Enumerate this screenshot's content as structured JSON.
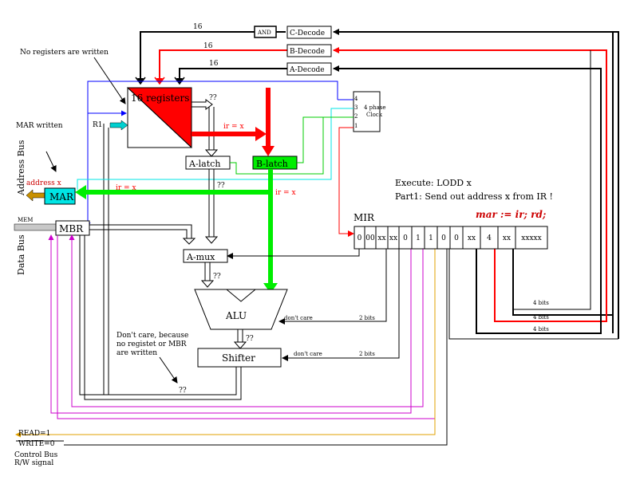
{
  "labels": {
    "no_registers_written": "No registers are written",
    "bits16_c": "16",
    "bits16_b": "16",
    "bits16_a": "16",
    "and_gate": "AND",
    "c_decode": "C-Decode",
    "b_decode": "B-Decode",
    "a_decode": "A-Decode",
    "registers": "16 registers",
    "q1": "??",
    "r1": "R1",
    "ir_eq_x_1": "ir = x",
    "ir_eq_x_2": "ir = x",
    "ir_eq_x_3": "ir = x",
    "a_latch": "A-latch",
    "b_latch": "B-latch",
    "q2": "??",
    "mar_written": "MAR written",
    "address_bus": "Address Bus",
    "address_x": "address x",
    "mar": "MAR",
    "mem": "MEM",
    "mbr": "MBR",
    "data_bus": "Data Bus",
    "clock_title_1": "4 phase",
    "clock_title_2": "Clock",
    "clock_4": "4",
    "clock_3": "3",
    "clock_2": "2",
    "clock_1": "1",
    "execute_1": "Execute: LODD x",
    "execute_2": "Part1: Send out address x from IR !",
    "mir": "MIR",
    "mar_ir_rd": "mar := ir; rd;",
    "a_mux": "A-mux",
    "q3": "??",
    "alu": "ALU",
    "q4": "??",
    "shifter": "Shifter",
    "dont_care_1": "don't care",
    "dont_care_2": "don't care",
    "bits2_1": "2 bits",
    "bits2_2": "2 bits",
    "bits4_1": "4 bits",
    "bits4_2": "4 bits",
    "bits4_3": "4 bits",
    "dont_care_note_1": "Don't care, because",
    "dont_care_note_2": "no registet or MBR",
    "dont_care_note_3": "are written",
    "q5": "??",
    "read": "READ=1",
    "write": "WRITE=0",
    "control_bus": "Control Bus",
    "rw_signal": "R/W signal"
  },
  "mir_fields": [
    "0",
    "00",
    "xx",
    "xx",
    "0",
    "1",
    "1",
    "0",
    "0",
    "xx",
    "4",
    "xx",
    "xxxxx"
  ],
  "colors": {
    "red": "#ff0000",
    "green": "#00ff00",
    "cyan": "#00e5e5",
    "blue": "#0000ff",
    "magenta": "#cc00cc",
    "orange": "#e0a000",
    "gray": "#b0b0b0"
  }
}
